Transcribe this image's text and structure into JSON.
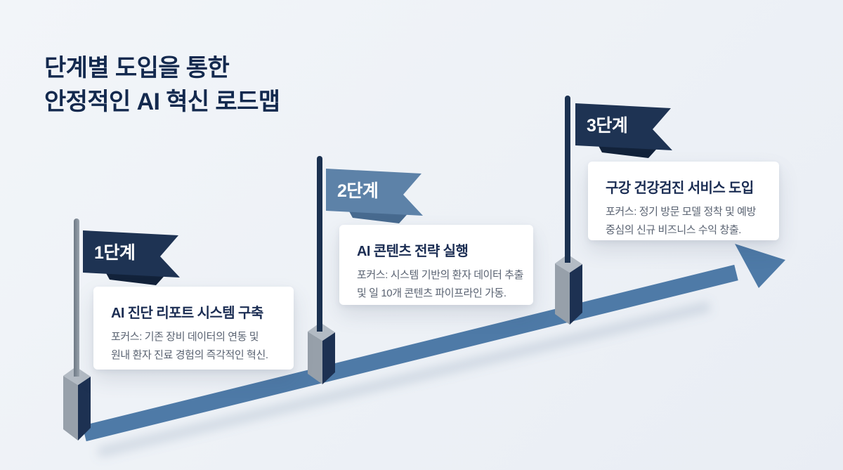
{
  "page": {
    "title_line1": "단계별 도입을 통한",
    "title_line2": "안정적인 AI 혁신 로드맵"
  },
  "colors": {
    "background": "#edf1f6",
    "title_text": "#13294e",
    "flag_navy": "#1e3353",
    "flag_steel_blue": "#5d82a8",
    "arrow": "#4e7aa7",
    "card_background": "#ffffff",
    "card_title_text": "#1b2d53",
    "card_body_text": "#5a6372",
    "pole_gray": "#7b8692",
    "pole_navy": "#1b3150"
  },
  "stages": [
    {
      "flag_label": "1단계",
      "card_title": "AI 진단 리포트 시스템 구축",
      "focus_line1": "포커스: 기존 장비 데이터의 연동 및",
      "focus_line2": "원내 환자 진료 경험의 즉각적인 혁신."
    },
    {
      "flag_label": "2단계",
      "card_title": "AI 콘텐츠 전략 실행",
      "focus_line1": "포커스: 시스템 기반의 환자 데이터 추출",
      "focus_line2": "및 일 10개 콘텐츠 파이프라인 가동."
    },
    {
      "flag_label": "3단계",
      "card_title": "구강 건강검진 서비스 도입",
      "focus_line1": "포커스: 정기 방문 모델 정착 및 예방",
      "focus_line2": "중심의 신규 비즈니스 수익 창출."
    }
  ]
}
